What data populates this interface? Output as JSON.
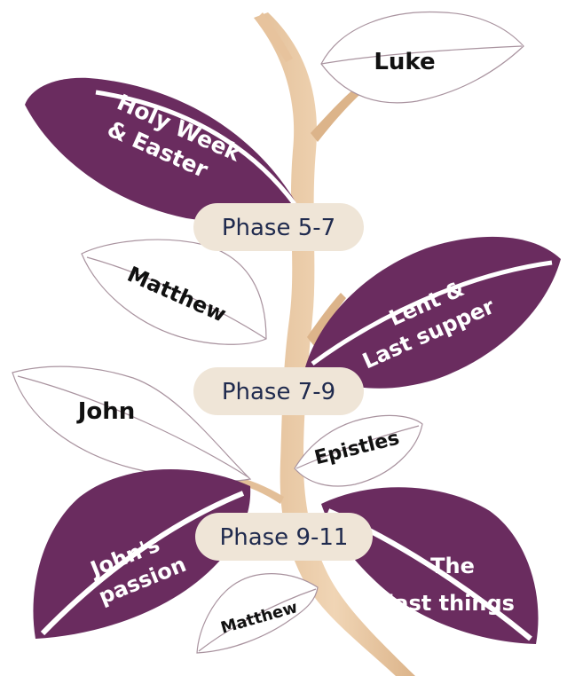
{
  "phases": [
    {
      "label": "Phase 5-7"
    },
    {
      "label": "Phase 7-9"
    },
    {
      "label": "Phase 9-11"
    }
  ],
  "leaves": {
    "luke": "Luke",
    "holy_week_1": "Holy Week",
    "holy_week_2": "& Easter",
    "matthew_upper": "Matthew",
    "lent_1": "Lent &",
    "lent_2": "Last supper",
    "john": "John",
    "epistles": "Epistles",
    "johns_passion_1": "John's",
    "johns_passion_2": "passion",
    "last_things_1": "The",
    "last_things_2": "last things",
    "matthew_lower": "Matthew"
  },
  "colors": {
    "purple_leaf": "#6a2c5f",
    "stem": "#e9c9a6",
    "pill": "#efe5d7",
    "pill_text": "#1f2a4e"
  }
}
